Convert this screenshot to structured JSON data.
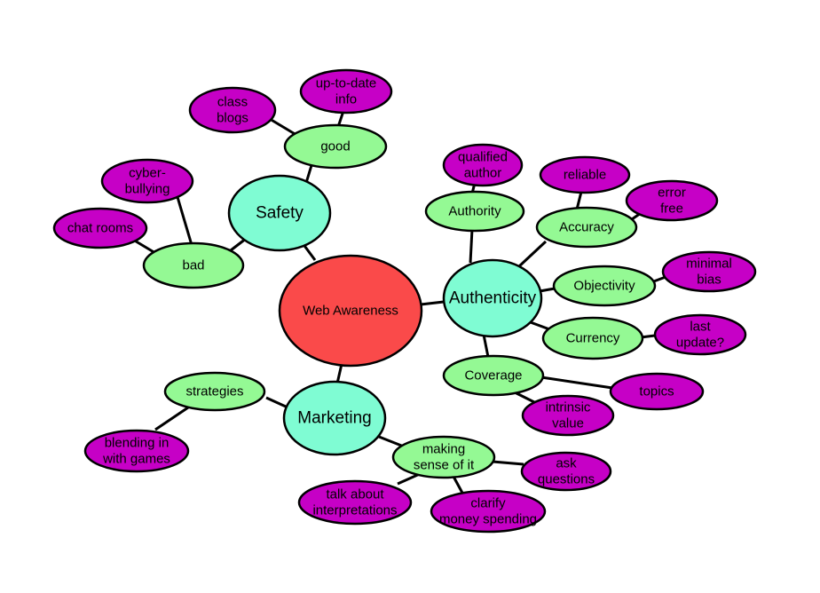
{
  "palette": {
    "core": "#fa4a4a",
    "primary": "#7ffcd3",
    "secondary": "#94f994",
    "leaf": "#c600c6",
    "outline": "#000000",
    "background": "#ffffff"
  },
  "diagram": {
    "core": {
      "lines": [
        "Web Awareness"
      ]
    },
    "safety": {
      "lines": [
        "Safety"
      ]
    },
    "authenticity": {
      "lines": [
        "Authenticity"
      ]
    },
    "marketing": {
      "lines": [
        "Marketing"
      ]
    },
    "good": {
      "lines": [
        "good"
      ]
    },
    "bad": {
      "lines": [
        "bad"
      ]
    },
    "class_blogs": {
      "lines": [
        "class",
        "blogs"
      ]
    },
    "up_to_date": {
      "lines": [
        "up-to-date",
        "info"
      ]
    },
    "cyber_bullying": {
      "lines": [
        "cyber-",
        "bullying"
      ]
    },
    "chat_rooms": {
      "lines": [
        "chat rooms"
      ]
    },
    "authority": {
      "lines": [
        "Authority"
      ]
    },
    "qualified_author": {
      "lines": [
        "qualified",
        "author"
      ]
    },
    "accuracy": {
      "lines": [
        "Accuracy"
      ]
    },
    "reliable": {
      "lines": [
        "reliable"
      ]
    },
    "error_free": {
      "lines": [
        "error",
        "free"
      ]
    },
    "objectivity": {
      "lines": [
        "Objectivity"
      ]
    },
    "minimal_bias": {
      "lines": [
        "minimal",
        "bias"
      ]
    },
    "currency": {
      "lines": [
        "Currency"
      ]
    },
    "last_update": {
      "lines": [
        "last",
        "update?"
      ]
    },
    "coverage": {
      "lines": [
        "Coverage"
      ]
    },
    "topics": {
      "lines": [
        "topics"
      ]
    },
    "intrinsic_value": {
      "lines": [
        "intrinsic",
        "value"
      ]
    },
    "strategies": {
      "lines": [
        "strategies"
      ]
    },
    "blending": {
      "lines": [
        "blending in",
        "with games"
      ]
    },
    "making_sense": {
      "lines": [
        "making",
        "sense of it"
      ]
    },
    "ask_questions": {
      "lines": [
        "ask",
        "questions"
      ]
    },
    "clarify": {
      "lines": [
        "clarify",
        "money spending"
      ]
    },
    "talk_about": {
      "lines": [
        "talk about",
        "interpretations"
      ]
    }
  }
}
